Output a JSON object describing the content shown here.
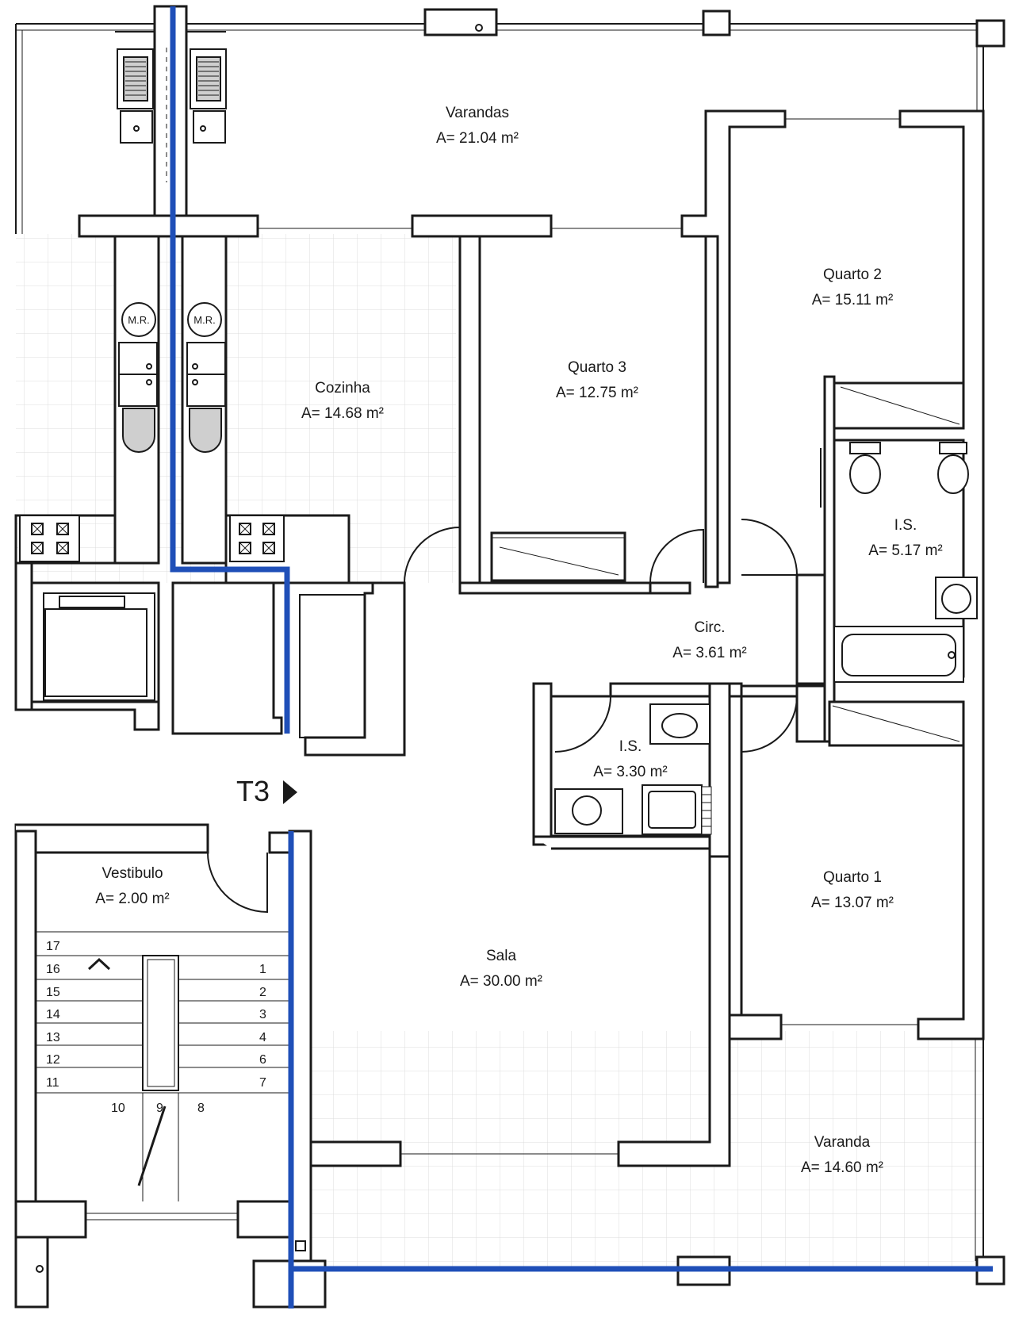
{
  "floorplan": {
    "unit_label": "T3",
    "rooms": {
      "varandas": {
        "name": "Varandas",
        "area": "A= 21.04 m²"
      },
      "quarto2": {
        "name": "Quarto 2",
        "area": "A= 15.11 m²"
      },
      "quarto3": {
        "name": "Quarto 3",
        "area": "A= 12.75 m²"
      },
      "cozinha": {
        "name": "Cozinha",
        "area": "A= 14.68 m²"
      },
      "is_main": {
        "name": "I.S.",
        "area": "A= 5.17 m²"
      },
      "circ": {
        "name": "Circ.",
        "area": "A= 3.61 m²"
      },
      "is_small": {
        "name": "I.S.",
        "area": "A= 3.30 m²"
      },
      "quarto1": {
        "name": "Quarto 1",
        "area": "A= 13.07 m²"
      },
      "vestibulo": {
        "name": "Vestibulo",
        "area": "A= 2.00 m²"
      },
      "sala": {
        "name": "Sala",
        "area": "A= 30.00 m²"
      },
      "varanda": {
        "name": "Varanda",
        "area": "A= 14.60 m²"
      }
    },
    "meter_labels": [
      "M.R.",
      "M.R."
    ],
    "stair_steps": {
      "left": [
        "17",
        "16",
        "15",
        "14",
        "13",
        "12",
        "11"
      ],
      "right": [
        "1",
        "2",
        "3",
        "4",
        "6",
        "7"
      ],
      "bottom": [
        "10",
        "9",
        "8"
      ]
    },
    "colors": {
      "wall": "#1a1a1a",
      "boundary": "#1f4fb8",
      "grid": "#d9d9d9"
    },
    "icons": [
      "stove-icon",
      "washing-machine-icon",
      "sink-icon",
      "toilet-icon",
      "bidet-icon",
      "bathtub-icon",
      "shower-icon",
      "stair-direction-icon",
      "unit-arrow-icon"
    ]
  }
}
